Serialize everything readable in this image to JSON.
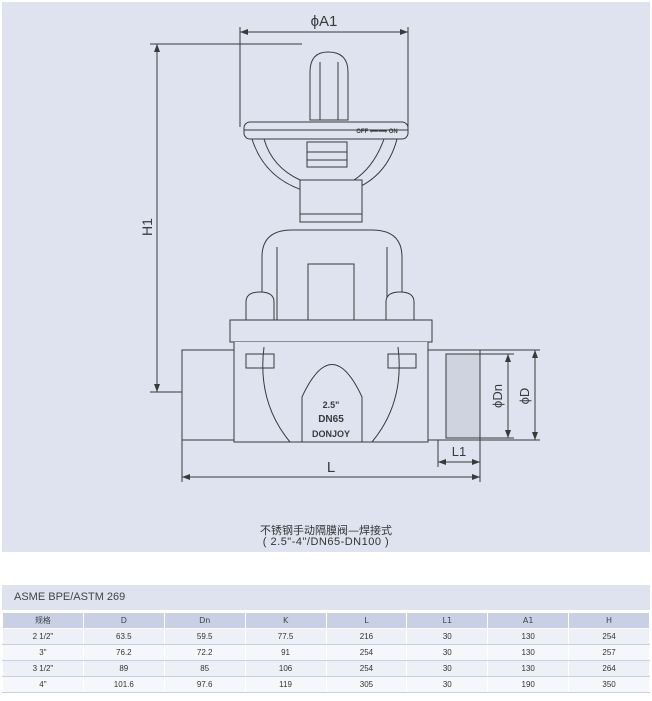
{
  "drawing": {
    "dimensions": {
      "a1": "ϕA1",
      "h1": "H1",
      "dn": "ϕDn",
      "d": "ϕD",
      "l": "L",
      "l1": "L1"
    },
    "handwheel_marking": "OFF ⟸⟹ ON",
    "body_markings": {
      "size": "2.5\"",
      "nominal": "DN65",
      "brand": "DONJOY"
    }
  },
  "caption": {
    "title": "不锈钢手动隔膜阀—焊接式",
    "range": "( 2.5\"-4\"/DN65-DN100 )"
  },
  "spec_table": {
    "standard": "ASME BPE/ASTM 269",
    "headers": [
      "规格",
      "D",
      "Dn",
      "K",
      "L",
      "L1",
      "A1",
      "H"
    ],
    "rows": [
      [
        "2 1/2\"",
        "63.5",
        "59.5",
        "77.5",
        "216",
        "30",
        "130",
        "254"
      ],
      [
        "3\"",
        "76.2",
        "72.2",
        "91",
        "254",
        "30",
        "130",
        "257"
      ],
      [
        "3 1/2\"",
        "89",
        "85",
        "106",
        "254",
        "30",
        "130",
        "264"
      ],
      [
        "4\"",
        "101.6",
        "97.6",
        "119",
        "305",
        "30",
        "190",
        "350"
      ]
    ]
  },
  "colors": {
    "panel_background": "#dfe3f0",
    "line": "#3a3a3a",
    "table_header": "#c9d0e6"
  }
}
